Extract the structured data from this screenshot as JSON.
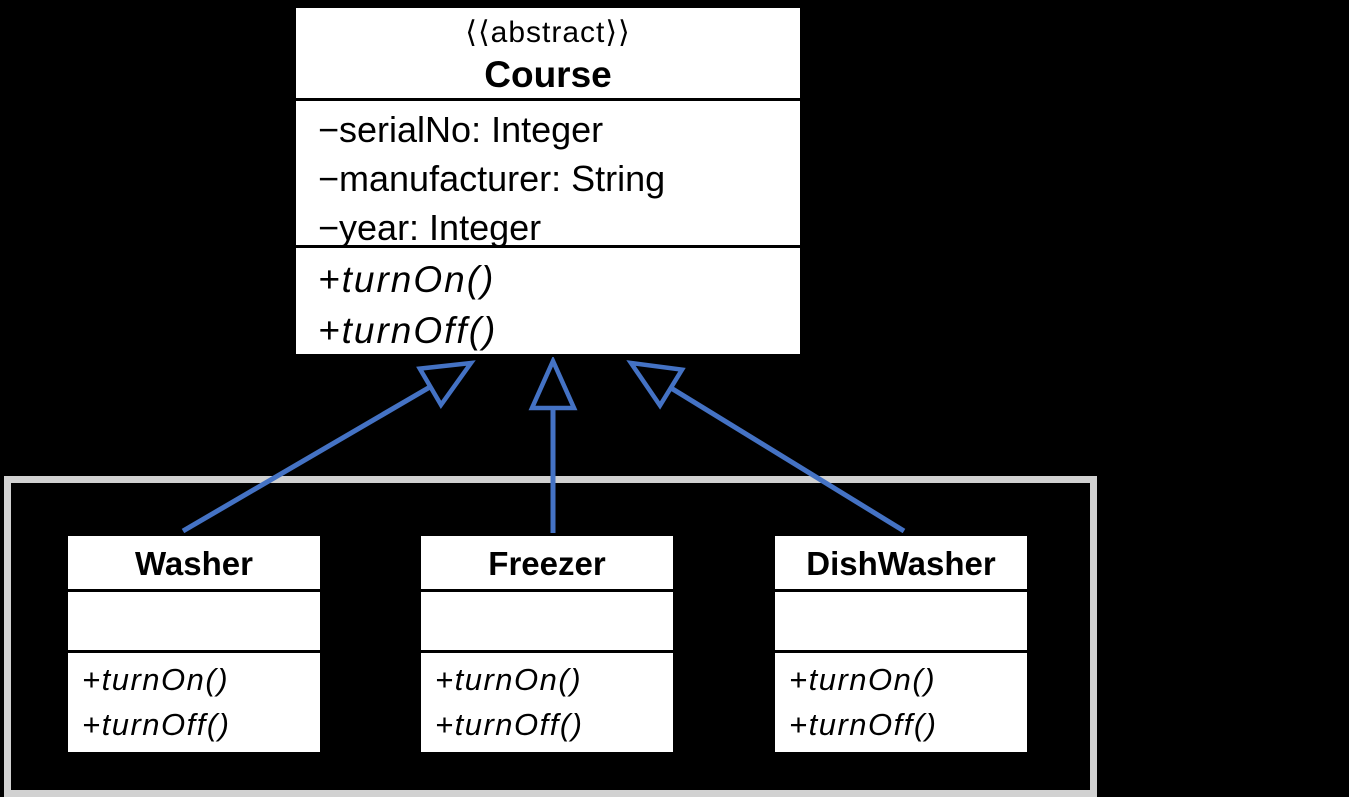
{
  "diagram": {
    "parent_class": {
      "stereotype": "⟨⟨abstract⟩⟩",
      "name": "Course",
      "attributes": [
        "−serialNo: Integer",
        "−manufacturer: String",
        "−year: Integer"
      ],
      "methods": [
        "+turnOn()",
        "+turnOff()"
      ]
    },
    "subclasses": [
      {
        "name": "Washer",
        "attributes": [],
        "methods": [
          "+turnOn()",
          "+turnOff()"
        ]
      },
      {
        "name": "Freezer",
        "attributes": [],
        "methods": [
          "+turnOn()",
          "+turnOff()"
        ]
      },
      {
        "name": "DishWasher",
        "attributes": [],
        "methods": [
          "+turnOn()",
          "+turnOff()"
        ]
      }
    ],
    "relations": [
      {
        "from": "Washer",
        "to": "Course",
        "type": "inheritance"
      },
      {
        "from": "Freezer",
        "to": "Course",
        "type": "inheritance"
      },
      {
        "from": "DishWasher",
        "to": "Course",
        "type": "inheritance"
      }
    ]
  },
  "colors": {
    "background": "#000000",
    "arrow": "#4472C4",
    "container_border": "#D1D1D1",
    "box_fill": "#FFFFFF",
    "box_border": "#000000"
  }
}
